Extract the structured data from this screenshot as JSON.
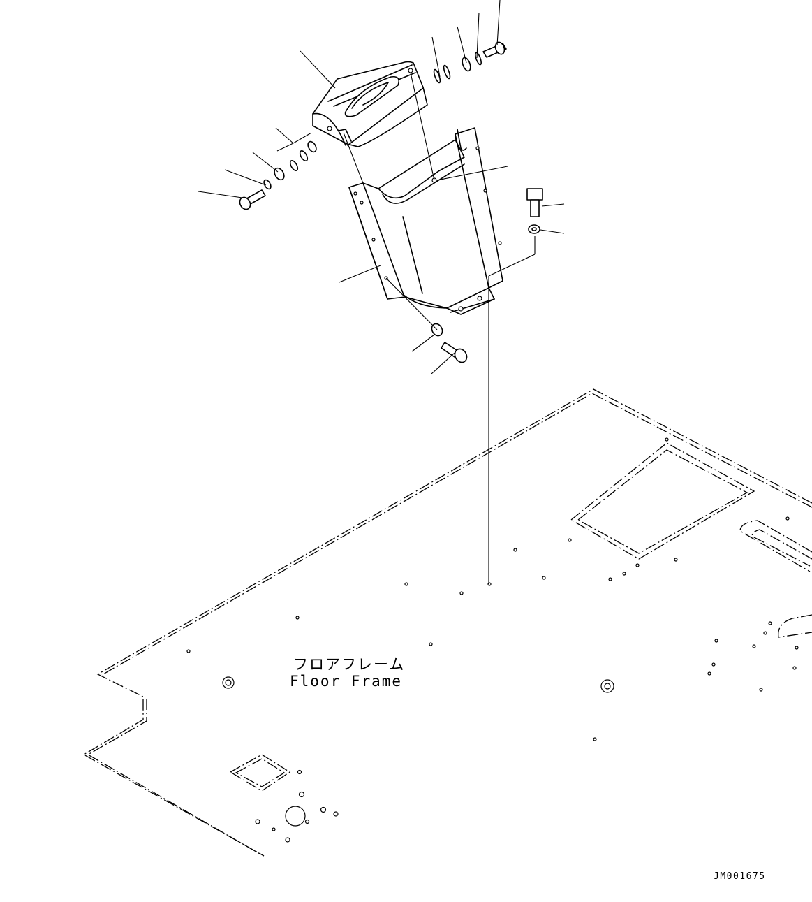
{
  "labels": {
    "floor_frame_jp": "フロアフレーム",
    "floor_frame_en": "Floor Frame",
    "drawing_code": "JM001675"
  },
  "colors": {
    "line": "#000000",
    "background": "#ffffff"
  }
}
